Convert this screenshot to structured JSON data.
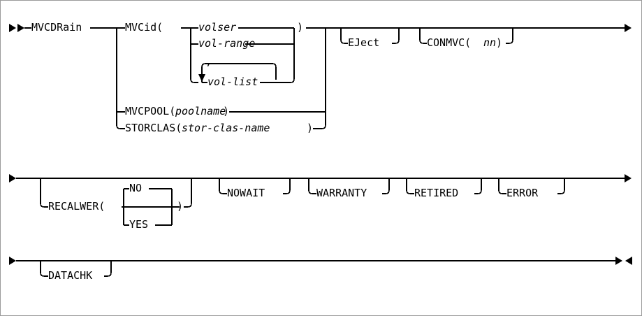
{
  "diagram": {
    "type": "railroad-syntax-diagram",
    "title": "MVCDRain command syntax",
    "colors": {
      "line": "#000000",
      "text": "#000000",
      "background": "#ffffff",
      "border": "#9a9a9a"
    },
    "markers": {
      "start": "►►",
      "row_continue_start": "►",
      "row_continue_end": "►",
      "end": "►◄"
    },
    "rows": [
      {
        "index": 1,
        "start_marker": "►►",
        "end_marker": "►",
        "keyword": "MVCDRain",
        "required_group": {
          "name": "mvc-selection",
          "alternatives": [
            {
              "label_open": "MVCid(",
              "label_close": ")",
              "inner_alternatives": [
                {
                  "text": "volser",
                  "style": "italic"
                },
                {
                  "text": "vol-range",
                  "style": "italic"
                },
                {
                  "text": "vol-list",
                  "style": "italic",
                  "repeatable": true,
                  "separator": ","
                }
              ]
            },
            {
              "label_open": "MVCPOOL(",
              "operand": "poolname",
              "label_close": ")",
              "operand_style": "italic"
            },
            {
              "label_open": "STORCLAS(",
              "operand": "stor-clas-name",
              "label_close": ")",
              "operand_style": "italic"
            }
          ]
        },
        "optional_items": [
          {
            "text": "EJect"
          },
          {
            "text": "CONMVC(",
            "operand": "nn",
            "operand_style": "italic",
            "close": ")"
          }
        ]
      },
      {
        "index": 2,
        "start_marker": "►",
        "end_marker": "►",
        "optional_items": [
          {
            "text": "RECALWER(",
            "close": ")",
            "choices": [
              {
                "text": "NO",
                "position": "above"
              },
              {
                "text": "YES",
                "position": "below"
              }
            ],
            "default_path": "none"
          },
          {
            "text": "NOWAIT"
          },
          {
            "text": "WARRANTY"
          },
          {
            "text": "RETIRED"
          },
          {
            "text": "ERROR"
          }
        ]
      },
      {
        "index": 3,
        "start_marker": "►",
        "end_marker": "►◄",
        "optional_items": [
          {
            "text": "DATACHK"
          }
        ]
      }
    ],
    "labels": {
      "mvcdrain": "MVCDRain",
      "mvcid_open": "MVCid(",
      "paren_close": ")",
      "volser": "volser",
      "vol_range": "vol-range",
      "vol_list": "vol-list",
      "comma": ",",
      "mvcpool": "MVCPOOL(",
      "poolname": "poolname",
      "storclas": "STORCLAS(",
      "stor_clas_name": "stor-clas-name",
      "eject": "EJect",
      "conmvc_open": "CONMVC(",
      "nn": "nn",
      "recalwer_open": "RECALWER(",
      "no": "NO",
      "yes": "YES",
      "nowait": "NOWAIT",
      "warranty": "WARRANTY",
      "retired": "RETIRED",
      "error": "ERROR",
      "datachk": "DATACHK"
    }
  }
}
